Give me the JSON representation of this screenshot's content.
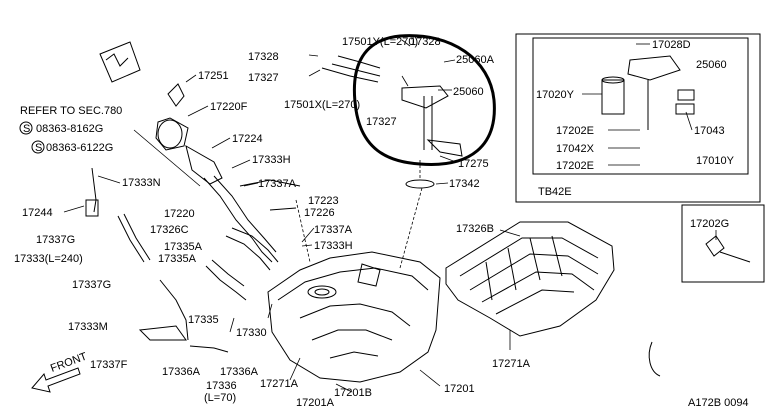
{
  "labels": {
    "p17501Y": "17501Y(L=270)",
    "p17328a": "17328",
    "p17328b": "17328",
    "p17327a": "17327",
    "p17327b": "17327",
    "p17501X": "17501X(L=270)",
    "p25060A": "25060A",
    "p25060": "25060",
    "p17275": "17275",
    "p17342": "17342",
    "p17251": "17251",
    "p17220F": "17220F",
    "p17224": "17224",
    "p17333H1": "17333H",
    "p17337A1": "17337A",
    "p17223": "17223",
    "p17226": "17226",
    "p17220": "17220",
    "p17326C": "17326C",
    "p17337A2": "17337A",
    "p17333H2": "17333H",
    "p17335A1": "17335A",
    "p17335A2": "17335A",
    "p17335": "17335",
    "p17330": "17330",
    "p17336A1": "17336A",
    "p17336A2": "17336A",
    "p17336": "17336",
    "p17336L": "(L=70)",
    "p17271A1": "17271A",
    "p17271A2": "17271A",
    "p17201A": "17201A",
    "p17201B": "17201B",
    "p17201": "17201",
    "p17326B": "17326B",
    "p17028D": "17028D",
    "p17020Y": "17020Y",
    "p25060b": "25060",
    "p17043": "17043",
    "p17202E1": "17202E",
    "p17042X": "17042X",
    "p17202E2": "17202E",
    "p17010Y": "17010Y",
    "pTB42E": "TB42E",
    "p17202G": "17202G",
    "refer": "REFER TO SEC.780",
    "screw1": "08363-8162G",
    "screw2": "08363-6122G",
    "p17333N": "17333N",
    "p17244": "17244",
    "p17337G1": "17337G",
    "p17333L": "17333(L=240)",
    "p17337G2": "17337G",
    "p17333M": "17333M",
    "p17337F": "17337F",
    "front": "FRONT",
    "code": "A172B 0094",
    "s1": "S",
    "s2": "S"
  }
}
